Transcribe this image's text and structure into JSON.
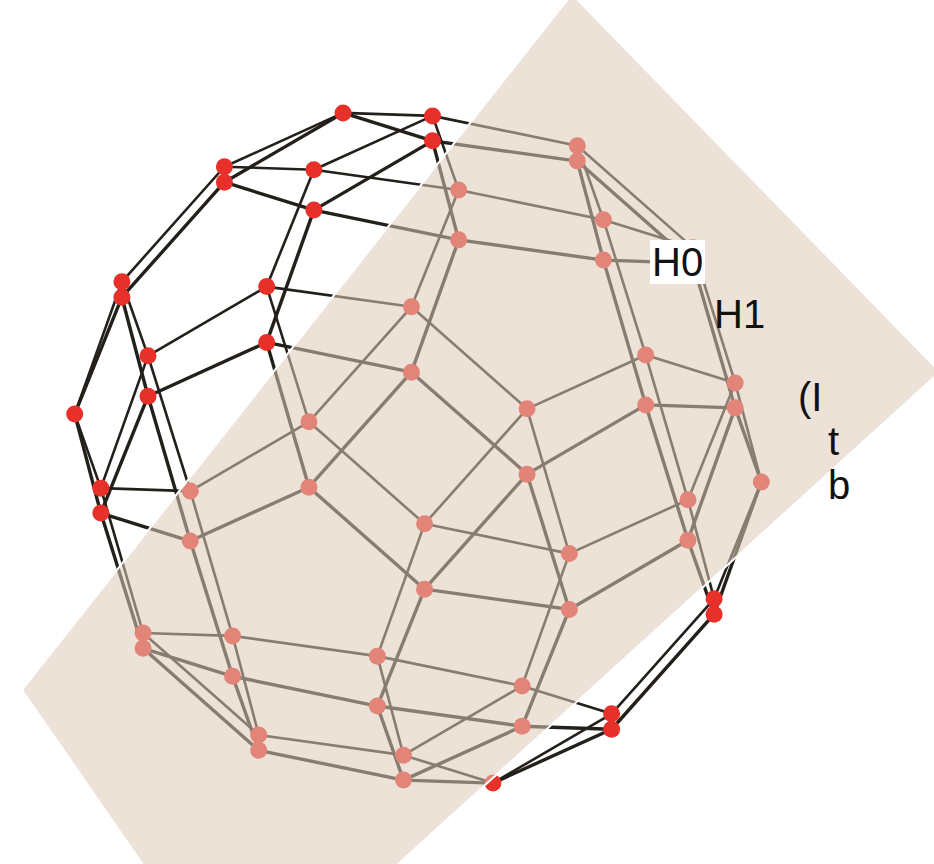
{
  "diagram": {
    "labels": [
      "H0",
      "H1",
      "(I",
      "t",
      "b"
    ]
  }
}
